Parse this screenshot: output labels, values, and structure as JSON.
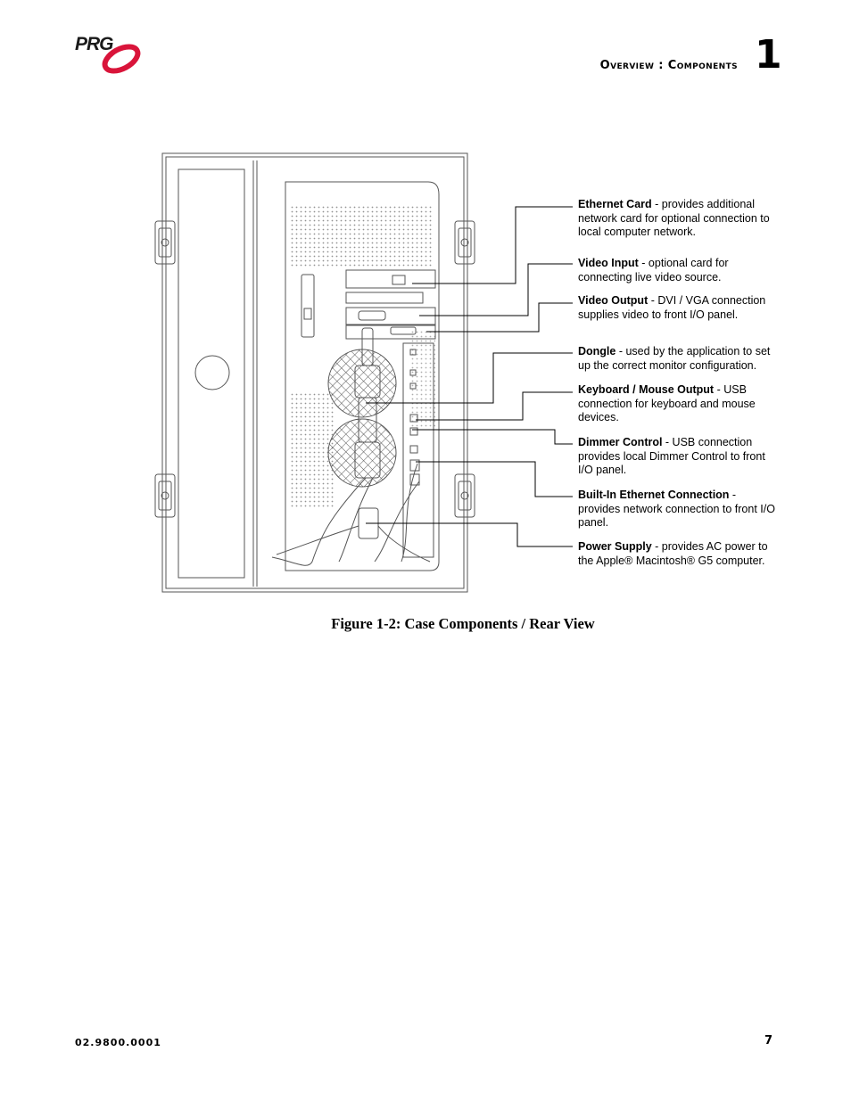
{
  "header": {
    "logo_text": "PRG",
    "section_title": "Overview : Components",
    "chapter_number": "1",
    "logo_color": "#d9143a"
  },
  "figure": {
    "caption": "Figure 1-2:  Case Components / Rear View",
    "callouts": [
      {
        "term": "Ethernet Card",
        "desc": " - provides additional network card for optional connection to local computer network."
      },
      {
        "term": "Video Input",
        "desc": " - optional card for connecting live video source."
      },
      {
        "term": "Video Output",
        "desc": " - DVI / VGA connection supplies video to front I/O panel."
      },
      {
        "term": "Dongle",
        "desc": " - used by the application to set up the correct monitor configuration."
      },
      {
        "term": "Keyboard / Mouse Output",
        "desc": " - USB connection for keyboard and mouse devices."
      },
      {
        "term": "Dimmer Control",
        "desc": " - USB connection provides local Dimmer Control to front I/O panel."
      },
      {
        "term": "Built-In Ethernet Connection",
        "desc": " - provides network connection to front I/O panel."
      },
      {
        "term": "Power Supply",
        "desc": " - provides AC power to the Apple® Macintosh® G5 computer."
      }
    ]
  },
  "footer": {
    "doc_number": "02.9800.0001",
    "page_number": "7"
  }
}
